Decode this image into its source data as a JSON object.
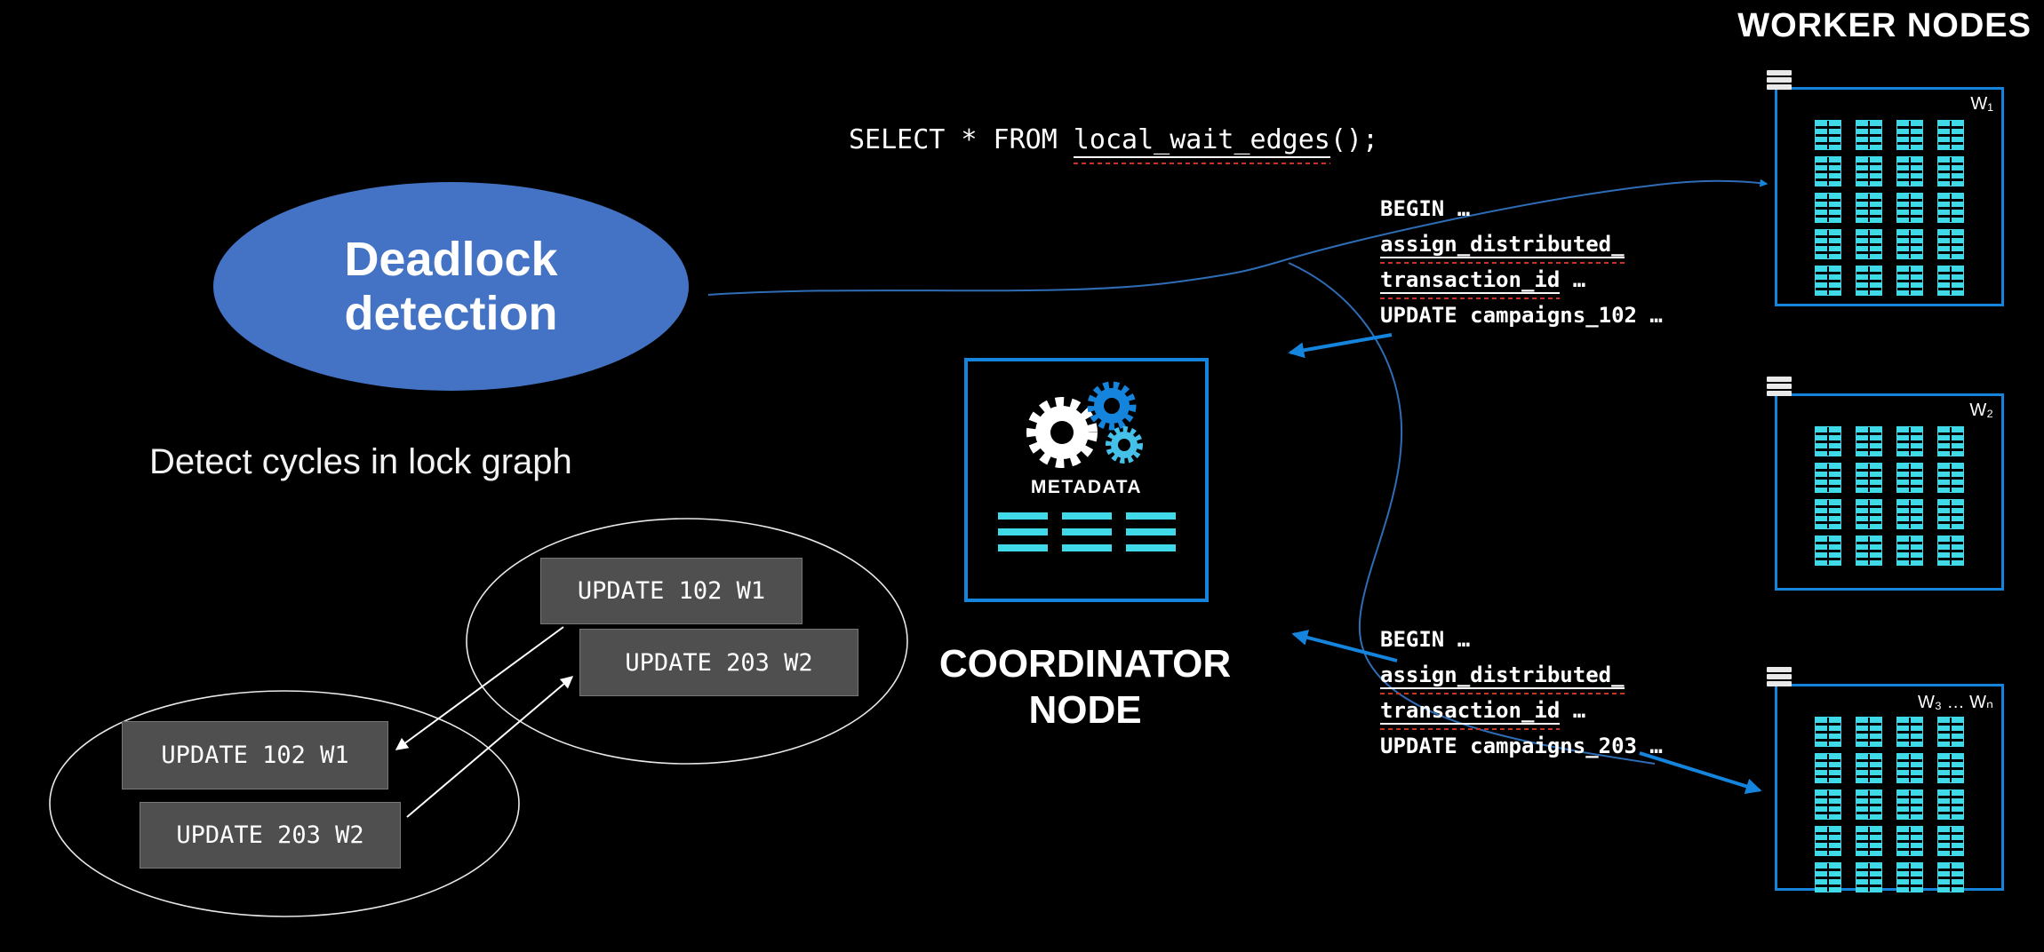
{
  "worker_nodes_title": "WORKER NODES",
  "deadlock_ellipse": {
    "line1": "Deadlock",
    "line2": "detection"
  },
  "caption": "Detect cycles in lock graph",
  "sql_query": {
    "prefix": "SELECT * FROM ",
    "function": "local_wait_edges",
    "suffix": "();"
  },
  "coordinator": {
    "metadata_label": "METADATA",
    "label_line1": "COORDINATOR",
    "label_line2": "NODE"
  },
  "workers": [
    {
      "label": "W₁"
    },
    {
      "label": "W₂"
    },
    {
      "label": "W₃ … Wₙ"
    }
  ],
  "lock_graph": {
    "boxes": [
      {
        "text": "UPDATE 102 W1"
      },
      {
        "text": "UPDATE 203 W2"
      },
      {
        "text": "UPDATE 102 W1"
      },
      {
        "text": "UPDATE 203 W2"
      }
    ]
  },
  "sql_blocks": [
    {
      "lines": [
        {
          "pre": "BEGIN …"
        },
        {
          "mis": "assign_distributed_"
        },
        {
          "mis": "transaction_id",
          "post": " …"
        },
        {
          "pre": "UPDATE campaigns_102 …"
        }
      ]
    },
    {
      "lines": [
        {
          "pre": "BEGIN …"
        },
        {
          "mis": "assign_distributed_"
        },
        {
          "mis": "transaction_id",
          "post": " …"
        },
        {
          "pre": "UPDATE campaigns_203 …"
        }
      ]
    }
  ],
  "colors": {
    "background": "#000000",
    "accent_blue": "#1584dc",
    "thin_line_blue": "#2e6db6",
    "ellipse_blue": "#4472c4",
    "table_teal": "#3fd9e8",
    "box_gray": "#4f4f4f",
    "squiggle_red": "#cc3322",
    "gear_light_blue": "#45c0e8",
    "text_white": "#ffffff"
  }
}
